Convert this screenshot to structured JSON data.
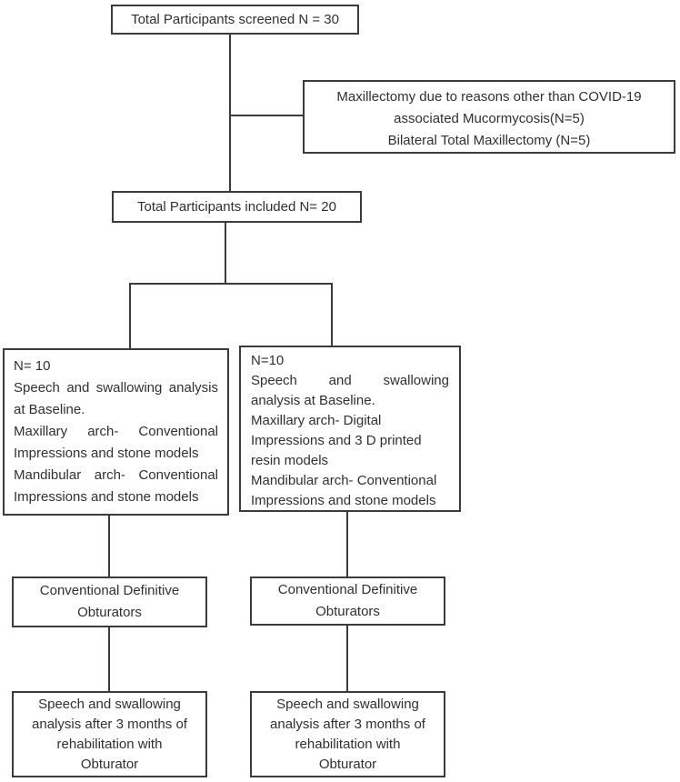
{
  "colors": {
    "line": "#3b3b3b",
    "border": "#3b3b3b",
    "text": "#303030",
    "background": "#ffffff"
  },
  "boxes": {
    "screened": {
      "text": "Total Participants screened N = 30"
    },
    "excluded": {
      "lines": [
        "Maxillectomy due to reasons other than COVID-19",
        "associated Mucormycosis(N=5)",
        "Bilateral Total Maxillectomy (N=5)"
      ]
    },
    "included": {
      "text": "Total Participants included N= 20"
    },
    "conventional_arm": {
      "lines": [
        "N= 10",
        "Speech and swallowing analysis",
        "at Baseline.",
        "Maxillary arch- Conventional",
        "Impressions and stone models",
        "Mandibular arch- Conventional",
        "Impressions and stone models"
      ]
    },
    "digital_arm": {
      "lines": [
        "N=10",
        "Speech and swallowing",
        "analysis at Baseline.",
        "Maxillary arch- Digital",
        "Impressions and 3 D printed",
        "resin models",
        "Mandibular arch- Conventional",
        "Impressions and stone models"
      ]
    },
    "conventional_obturator": {
      "lines": [
        "Conventional Definitive",
        "Obturators"
      ]
    },
    "digital_obturator": {
      "lines": [
        "Conventional Definitive",
        "Obturators"
      ]
    },
    "conventional_followup": {
      "lines": [
        "Speech and swallowing",
        "analysis after 3 months of",
        "rehabilitation with",
        "Obturator"
      ]
    },
    "digital_followup": {
      "lines": [
        "Speech and swallowing",
        "analysis after 3 months of",
        "rehabilitation with",
        "Obturator"
      ]
    }
  }
}
